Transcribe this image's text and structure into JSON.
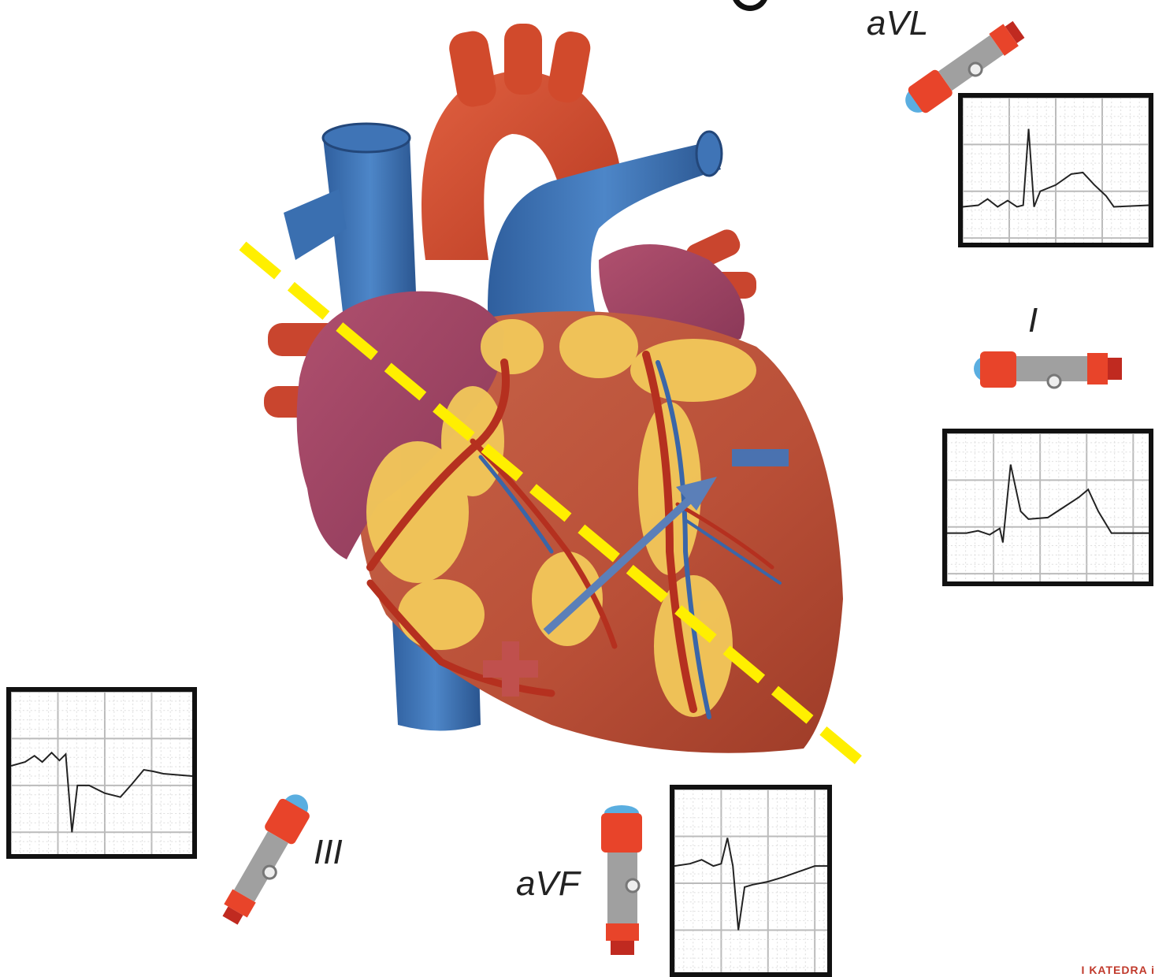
{
  "leads": {
    "avl": {
      "label": "aVL"
    },
    "i": {
      "label": "I"
    },
    "iii": {
      "label": "III"
    },
    "avf": {
      "label": "aVF"
    }
  },
  "axis": {
    "positive_symbol": "+",
    "negative_symbol": "−"
  },
  "colors": {
    "axis_line": "#ffef00",
    "vector_arrow": "#5b7fb8",
    "positive_pole": "#c0504d",
    "negative_pole": "#4a72b0",
    "electrode_body": "#a0a0a0",
    "electrode_cap": "#e8442a"
  },
  "watermark": "I KATEDRA i"
}
